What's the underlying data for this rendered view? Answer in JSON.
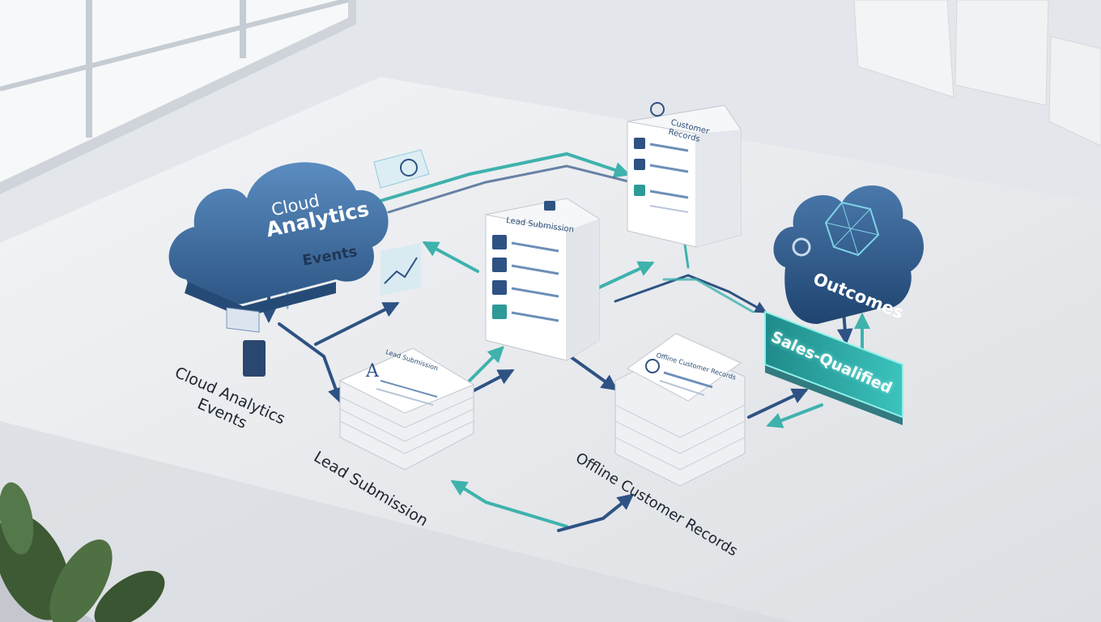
{
  "nodes": {
    "cloud_analytics": {
      "line1": "Cloud",
      "line2": "Analytics",
      "sub": "Events"
    },
    "outcomes": {
      "label": "Outcomes"
    },
    "sales_qualified": {
      "label": "Sales-Qualified"
    },
    "customer_records_stack": {
      "title_line1": "Customer",
      "title_line2": "Records"
    },
    "middle_stack": {
      "title": "Lead Submission"
    },
    "lead_stack": {
      "title": "Lead Submission"
    },
    "offline_stack": {
      "title": "Offline Customer Records"
    }
  },
  "floor_labels": {
    "cloud_events_line1": "Cloud Analytics",
    "cloud_events_line2": "Events",
    "lead_submission": "Lead Submission",
    "offline_records": "Offline Customer Records"
  },
  "colors": {
    "cloud_blue": "#3d6fa3",
    "cloud_dark": "#264c7a",
    "arrow_navy": "#2e5283",
    "arrow_teal": "#3fb2ad",
    "badge_teal": "#2a9a96",
    "desk": "#eceef1"
  }
}
